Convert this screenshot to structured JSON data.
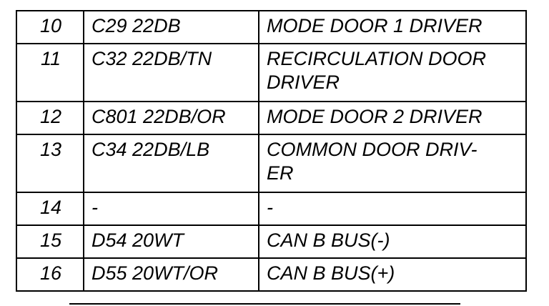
{
  "table": {
    "rows": [
      {
        "pin": "10",
        "circuit": "C29 22DB",
        "function": "MODE DOOR 1 DRIVER",
        "lines": 1
      },
      {
        "pin": "11",
        "circuit": "C32 22DB/TN",
        "function": "RECIRCULATION DOOR\nDRIVER",
        "lines": 2
      },
      {
        "pin": "12",
        "circuit": "C801 22DB/OR",
        "function": "MODE DOOR 2 DRIVER",
        "lines": 1
      },
      {
        "pin": "13",
        "circuit": "C34 22DB/LB",
        "function": "COMMON DOOR DRIV-\nER",
        "lines": 2
      },
      {
        "pin": "14",
        "circuit": "-",
        "function": "-",
        "lines": 1
      },
      {
        "pin": "15",
        "circuit": "D54 20WT",
        "function": "CAN B BUS(-)",
        "lines": 1
      },
      {
        "pin": "16",
        "circuit": "D55 20WT/OR",
        "function": "CAN B BUS(+)",
        "lines": 1
      }
    ]
  }
}
